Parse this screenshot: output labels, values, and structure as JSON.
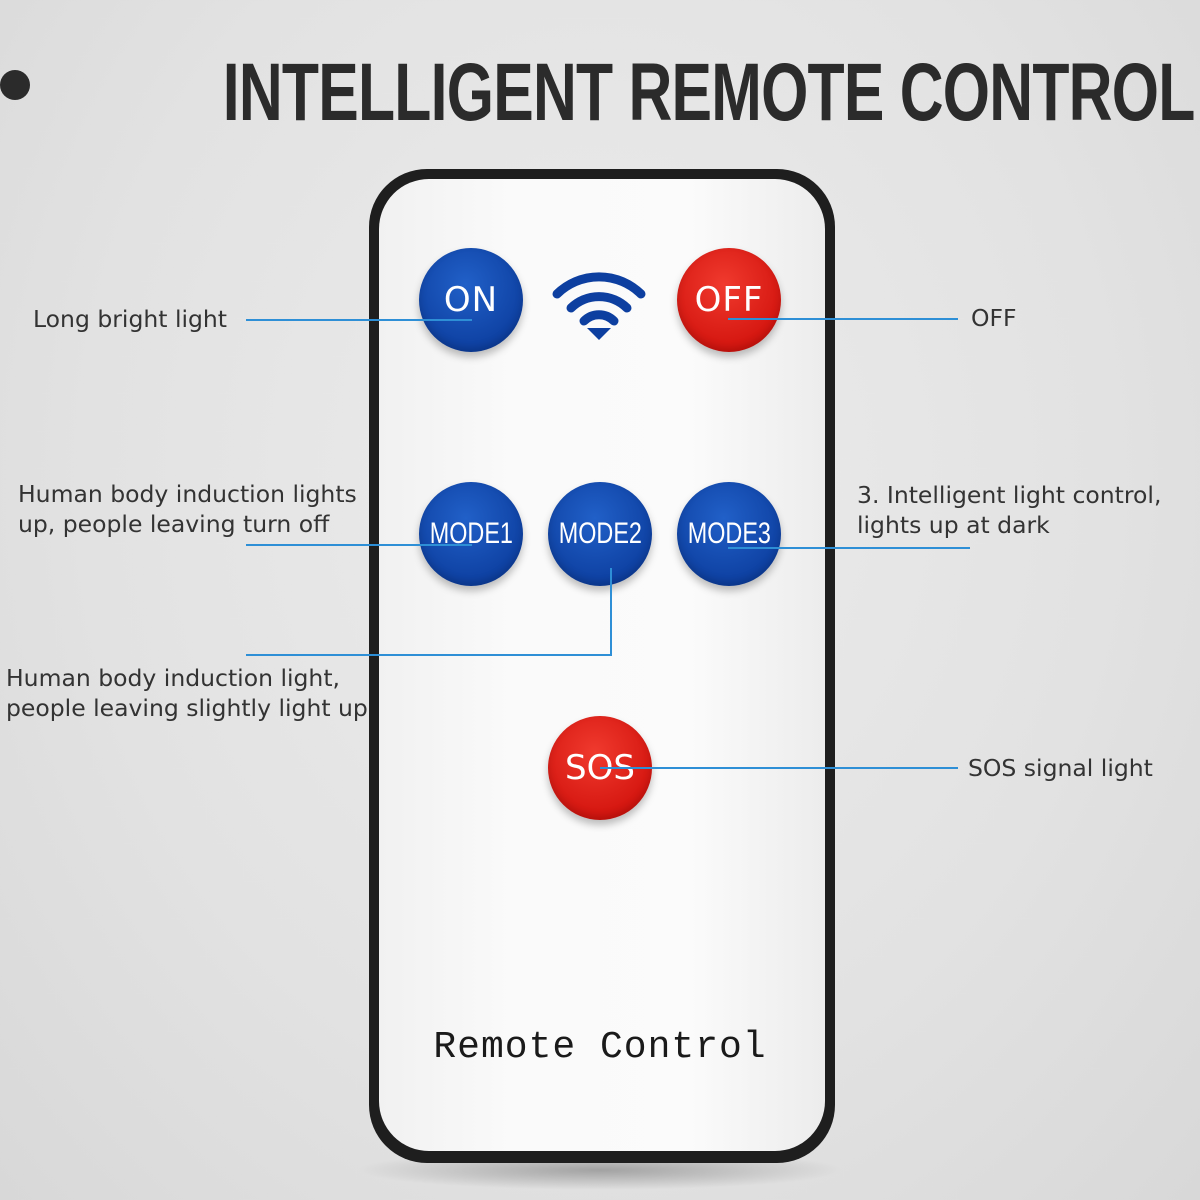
{
  "heading": "INTELLIGENT REMOTE CONTROL",
  "remote": {
    "buttons": {
      "on": "ON",
      "off": "OFF",
      "mode1": "MODE1",
      "mode2": "MODE2",
      "mode3": "MODE3",
      "sos": "SOS"
    },
    "label": "Remote Control"
  },
  "annotations": {
    "on": "Long bright light",
    "off": "OFF",
    "mode1": [
      "Human body induction lights",
      "up, people leaving turn off"
    ],
    "mode2": [
      "Human body induction light,",
      "people leaving slightly light up"
    ],
    "mode3": [
      "3. Intelligent light control,",
      "lights up at dark"
    ],
    "sos": "SOS signal light"
  },
  "colors": {
    "button_blue": "#0d3fa0",
    "button_red": "#d3140e",
    "leader_line": "#2e8fd6",
    "heading": "#2b2b2b"
  },
  "icons": [
    "wifi-signal-icon"
  ]
}
